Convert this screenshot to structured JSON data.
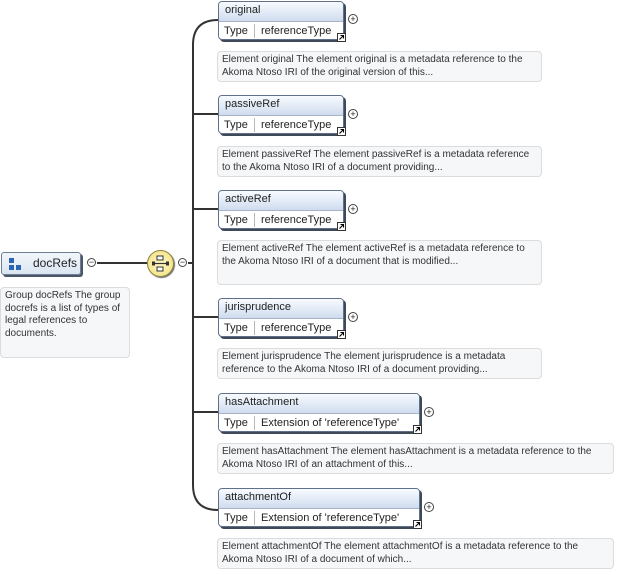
{
  "group": {
    "name": "docRefs",
    "doc": "Group docRefs The group docrefs is a list of types of legal references to documents."
  },
  "controls": {
    "collapse_symbol": "−",
    "expand_symbol": "+"
  },
  "elements": [
    {
      "name": "original",
      "type_label": "Type",
      "type_value": "referenceType",
      "doc": "Element original The element original is a metadata reference to the Akoma Ntoso IRI of the original version of this..."
    },
    {
      "name": "passiveRef",
      "type_label": "Type",
      "type_value": "referenceType",
      "doc": "Element passiveRef The element passiveRef is a metadata reference to the Akoma Ntoso IRI of a document providing..."
    },
    {
      "name": "activeRef",
      "type_label": "Type",
      "type_value": "referenceType",
      "doc": "Element activeRef The element activeRef is a metadata reference to the Akoma Ntoso IRI of a document that is modified..."
    },
    {
      "name": "jurisprudence",
      "type_label": "Type",
      "type_value": "referenceType",
      "doc": "Element jurisprudence The element jurisprudence is a metadata reference to the Akoma Ntoso IRI of a document providing..."
    },
    {
      "name": "hasAttachment",
      "type_label": "Type",
      "type_value": "Extension of 'referenceType'",
      "doc": "Element hasAttachment The element hasAttachment is a metadata reference to the Akoma Ntoso IRI of an attachment of this..."
    },
    {
      "name": "attachmentOf",
      "type_label": "Type",
      "type_value": "Extension of 'referenceType'",
      "doc": "Element attachmentOf The element attachmentOf is a metadata reference to the Akoma Ntoso IRI of a document of which..."
    }
  ]
}
